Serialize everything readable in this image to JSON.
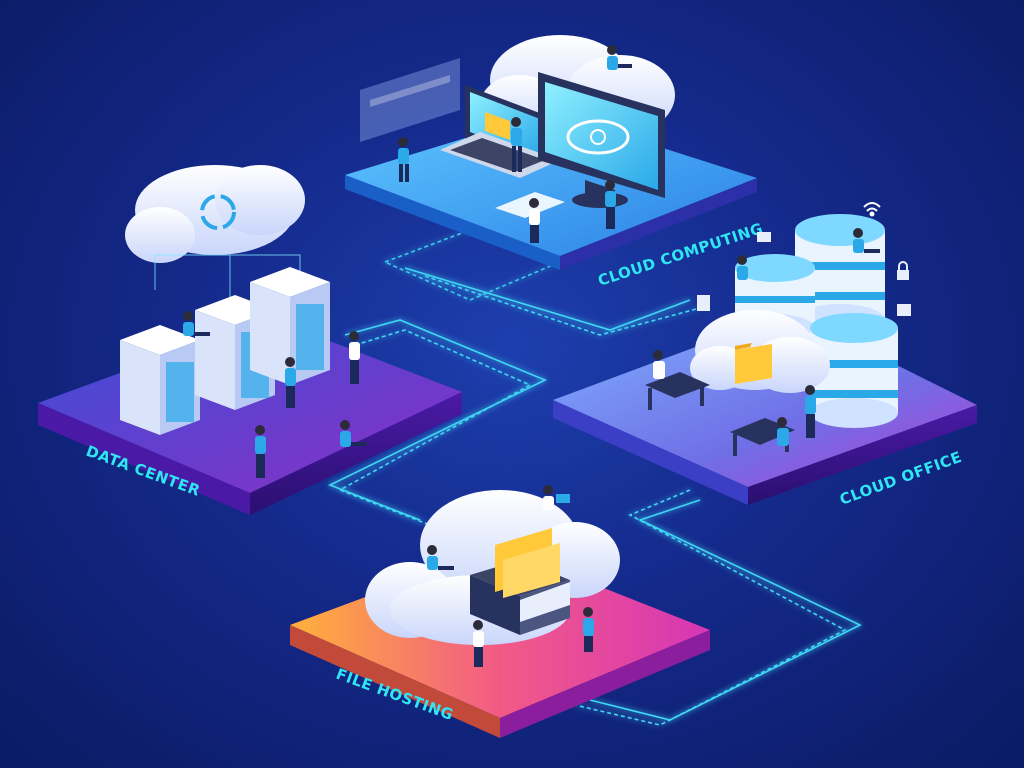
{
  "platforms": {
    "cloud_computing": {
      "label": "CLOUD COMPUTING"
    },
    "data_center": {
      "label": "DATA CENTER"
    },
    "cloud_office": {
      "label": "CLOUD OFFICE"
    },
    "file_hosting": {
      "label": "FILE HOSTING"
    }
  },
  "colors": {
    "background": "#14298a",
    "label": "#2ee6f4",
    "connector": "#3fd6f5",
    "platform_blue": "#3ea8f0",
    "platform_purple": "#6a2fc2",
    "platform_orange": "#f7a23b",
    "platform_pink": "#e53c9c",
    "cloud": "#e9eefc",
    "folder": "#ffc93a"
  },
  "icons": [
    "cloud-sync-icon",
    "folder-icon",
    "wifi-icon",
    "lock-icon",
    "document-icon",
    "mail-icon"
  ]
}
